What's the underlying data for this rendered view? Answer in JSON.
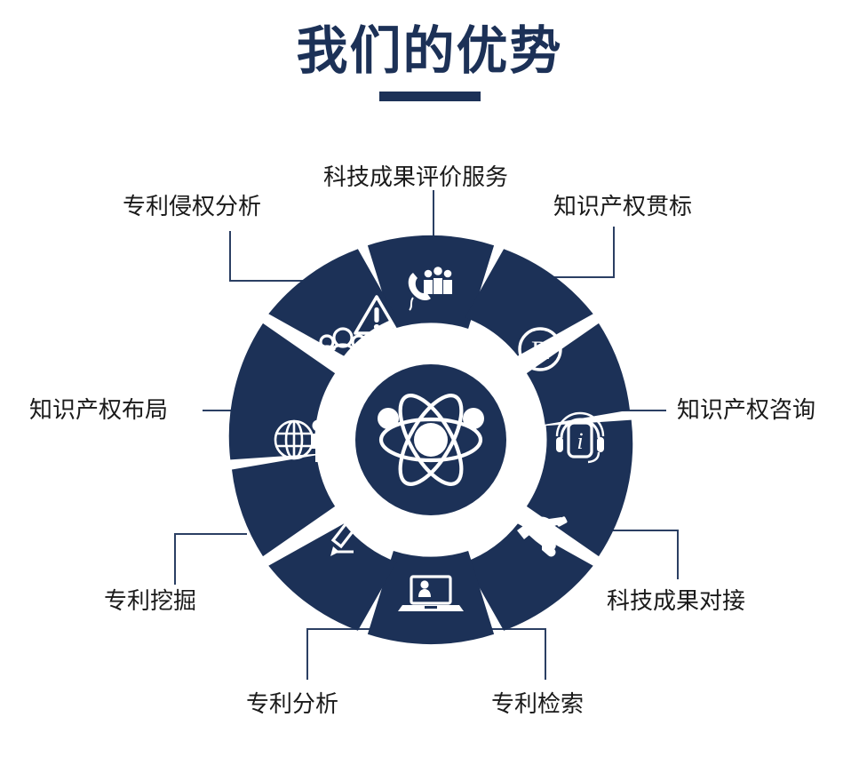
{
  "page": {
    "title": "我们的优势",
    "background": "#ffffff",
    "accent_navy": "#1c3157",
    "line_color": "#2b3f63",
    "text_color": "#1a1a1a"
  },
  "center": {
    "icon": "atom-icon",
    "fill": "#1c3157",
    "icon_color": "#ffffff"
  },
  "wheel": {
    "segment_count": 10,
    "segment_fill": "#1c3157",
    "gap_color": "#ffffff",
    "items": [
      {
        "id": "seg-1",
        "label": "科技成果评价服务",
        "icon": "phone-people-icon",
        "angle_deg": 270
      },
      {
        "id": "seg-2",
        "label": "知识产权贯标",
        "icon": "registered-trademark-icon",
        "angle_deg": 306
      },
      {
        "id": "seg-3",
        "label": "知识产权咨询",
        "icon": "info-headset-icon",
        "angle_deg": 342
      },
      {
        "id": "seg-4",
        "label": "科技成果对接",
        "icon": "handshake-icon",
        "angle_deg": 18
      },
      {
        "id": "seg-5",
        "label": "专利检索",
        "icon": "laptop-person-icon",
        "angle_deg": 54
      },
      {
        "id": "seg-6",
        "label": "专利分析",
        "icon": "pencil-icon",
        "angle_deg": 90
      },
      {
        "id": "seg-7",
        "label": "专利挖掘",
        "icon": "globe-person-icon",
        "angle_deg": 126
      },
      {
        "id": "seg-8",
        "label": "知识产权布局",
        "icon": "people-group-icon",
        "angle_deg": 162
      },
      {
        "id": "seg-9",
        "label": "专利侵权分析",
        "icon": "warning-triangle-icon",
        "angle_deg": 198
      },
      {
        "id": "seg-10",
        "label": "科技成果评价服务-dup",
        "icon": "none",
        "angle_deg": 234
      }
    ]
  },
  "labels": {
    "patent_infringement": "专利侵权分析",
    "tech_evaluation": "科技成果评价服务",
    "ip_standardization": "知识产权贯标",
    "ip_layout": "知识产权布局",
    "ip_consulting": "知识产权咨询",
    "patent_mining": "专利挖掘",
    "tech_matching": "科技成果对接",
    "patent_analysis": "专利分析",
    "patent_search": "专利检索"
  }
}
